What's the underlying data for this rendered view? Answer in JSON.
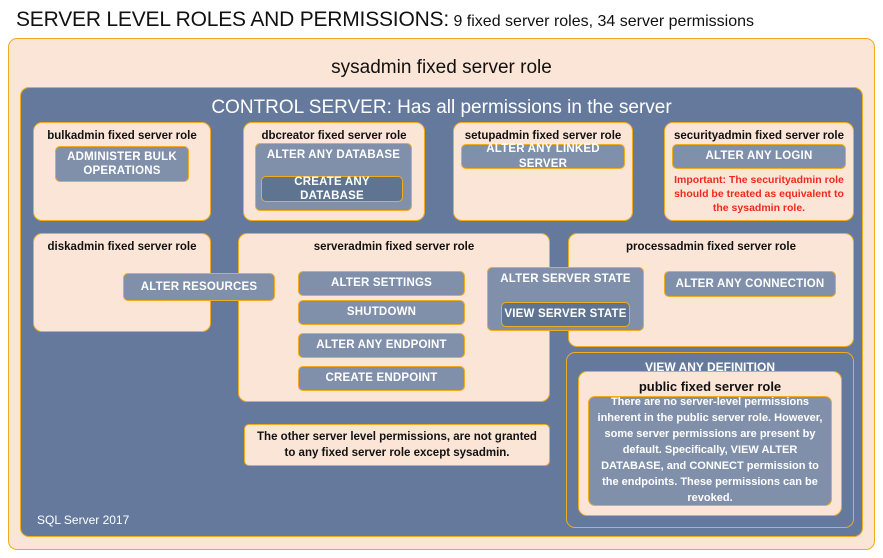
{
  "header": {
    "title_main": "SERVER LEVEL ROLES AND PERMISSIONS:",
    "title_sub": "9 fixed server roles, 34 server permissions"
  },
  "diagram": {
    "sysadmin_label": "sysadmin fixed server role",
    "control_server_label": "CONTROL SERVER: Has all permissions in the server",
    "footer_label": "SQL Server 2017",
    "other_note": "The other server level permissions, are not granted to any fixed server role except sysadmin.",
    "roles": {
      "bulkadmin": {
        "label": "bulkadmin fixed server role",
        "permissions": [
          "ADMINISTER  BULK OPERATIONS"
        ]
      },
      "dbcreator": {
        "label": "dbcreator fixed server role",
        "permissions": [
          "ALTER ANY DATABASE",
          "CREATE ANY DATABASE"
        ]
      },
      "setupadmin": {
        "label": "setupadmin fixed server role",
        "permissions": [
          "ALTER ANY LINKED SERVER"
        ]
      },
      "securityadmin": {
        "label": "securityadmin fixed server role",
        "permissions": [
          "ALTER ANY LOGIN"
        ],
        "important_note": "Important: The securityadmin role should be treated as equivalent to the sysadmin role."
      },
      "diskadmin": {
        "label": "diskadmin fixed server role",
        "permissions": [
          "ALTER RESOURCES"
        ]
      },
      "serveradmin": {
        "label": "serveradmin fixed server role",
        "permissions": [
          "ALTER SETTINGS",
          "SHUTDOWN",
          "ALTER ANY ENDPOINT",
          "CREATE ENDPOINT"
        ]
      },
      "shared_server_state": {
        "permissions": [
          "ALTER SERVER STATE",
          "VIEW SERVER STATE"
        ]
      },
      "processadmin": {
        "label": "processadmin fixed server role",
        "permissions": [
          "ALTER ANY CONNECTION"
        ]
      },
      "public": {
        "view_any_definition": "VIEW ANY DEFINITION",
        "label": "public fixed server role",
        "body": "There are no server-level permissions inherent in the public server role. However, some server permissions are present by default. Specifically, VIEW ALTER DATABASE, and CONNECT permission to the endpoints. These permissions can be revoked."
      }
    }
  },
  "colors": {
    "gold_border": "#f0ab1e",
    "peach_fill": "#fbe5d6",
    "slate_fill": "#64799c",
    "permission_fill": "#8090ab",
    "permission_fill_dark": "#5f7491",
    "alert_red": "#ee2a1e"
  }
}
